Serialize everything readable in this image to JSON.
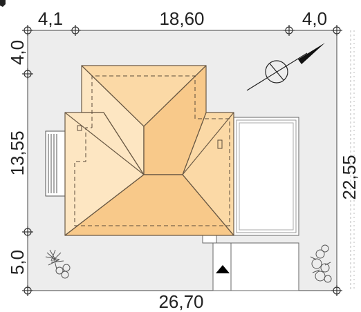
{
  "dimensions": {
    "top": [
      "4,1",
      "18,60",
      "4,0"
    ],
    "bottom": "26,70",
    "left": [
      "4,0",
      "13,55",
      "5,0"
    ],
    "right": "22,55"
  },
  "colors": {
    "plot": "#ededed",
    "roof_light": "#fde6c2",
    "roof_mid": "#fbd9a6",
    "roof_dark": "#f8c98a",
    "roof_edge": "#6b5a45",
    "terrace": "#ffffff"
  },
  "icons": [
    "north-arrow-icon",
    "compass-icon",
    "tree-icon",
    "shrub-icon",
    "entrance-arrow-icon"
  ]
}
